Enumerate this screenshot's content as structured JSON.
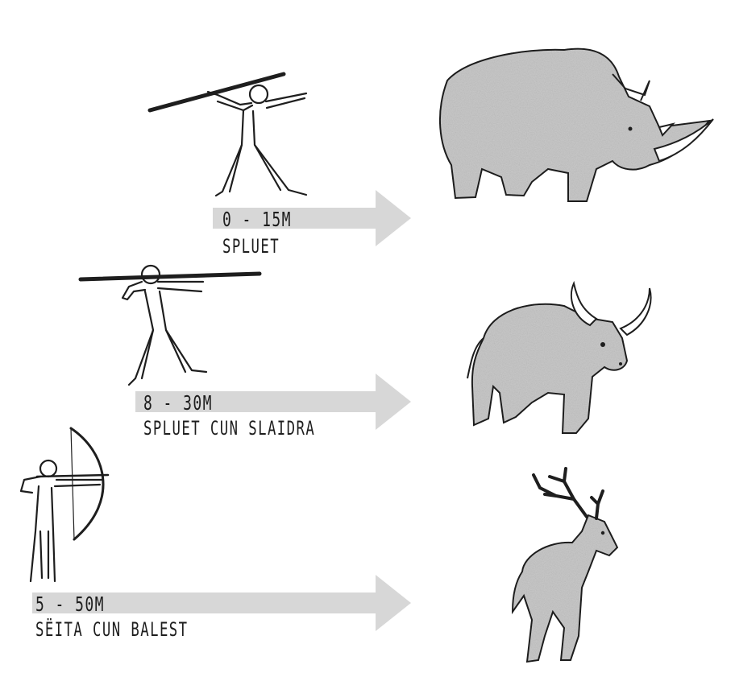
{
  "rows": [
    {
      "range": "0 - 15M",
      "weapon": "SPLUET",
      "hunter": "spear-thrower-icon",
      "animal": "woolly-rhino-icon"
    },
    {
      "range": "8 - 30M",
      "weapon": "SPLUET CUN SLAIDRA",
      "hunter": "spear-thrower-with-sling-icon",
      "animal": "aurochs-icon"
    },
    {
      "range": "5 - 50M",
      "weapon": "SËITA CUN BALEST",
      "hunter": "archer-icon",
      "animal": "deer-icon"
    }
  ],
  "colors": {
    "arrow": "#d7d7d7",
    "ink": "#1e1e1e",
    "animal_shade": "#b9b9b9"
  }
}
